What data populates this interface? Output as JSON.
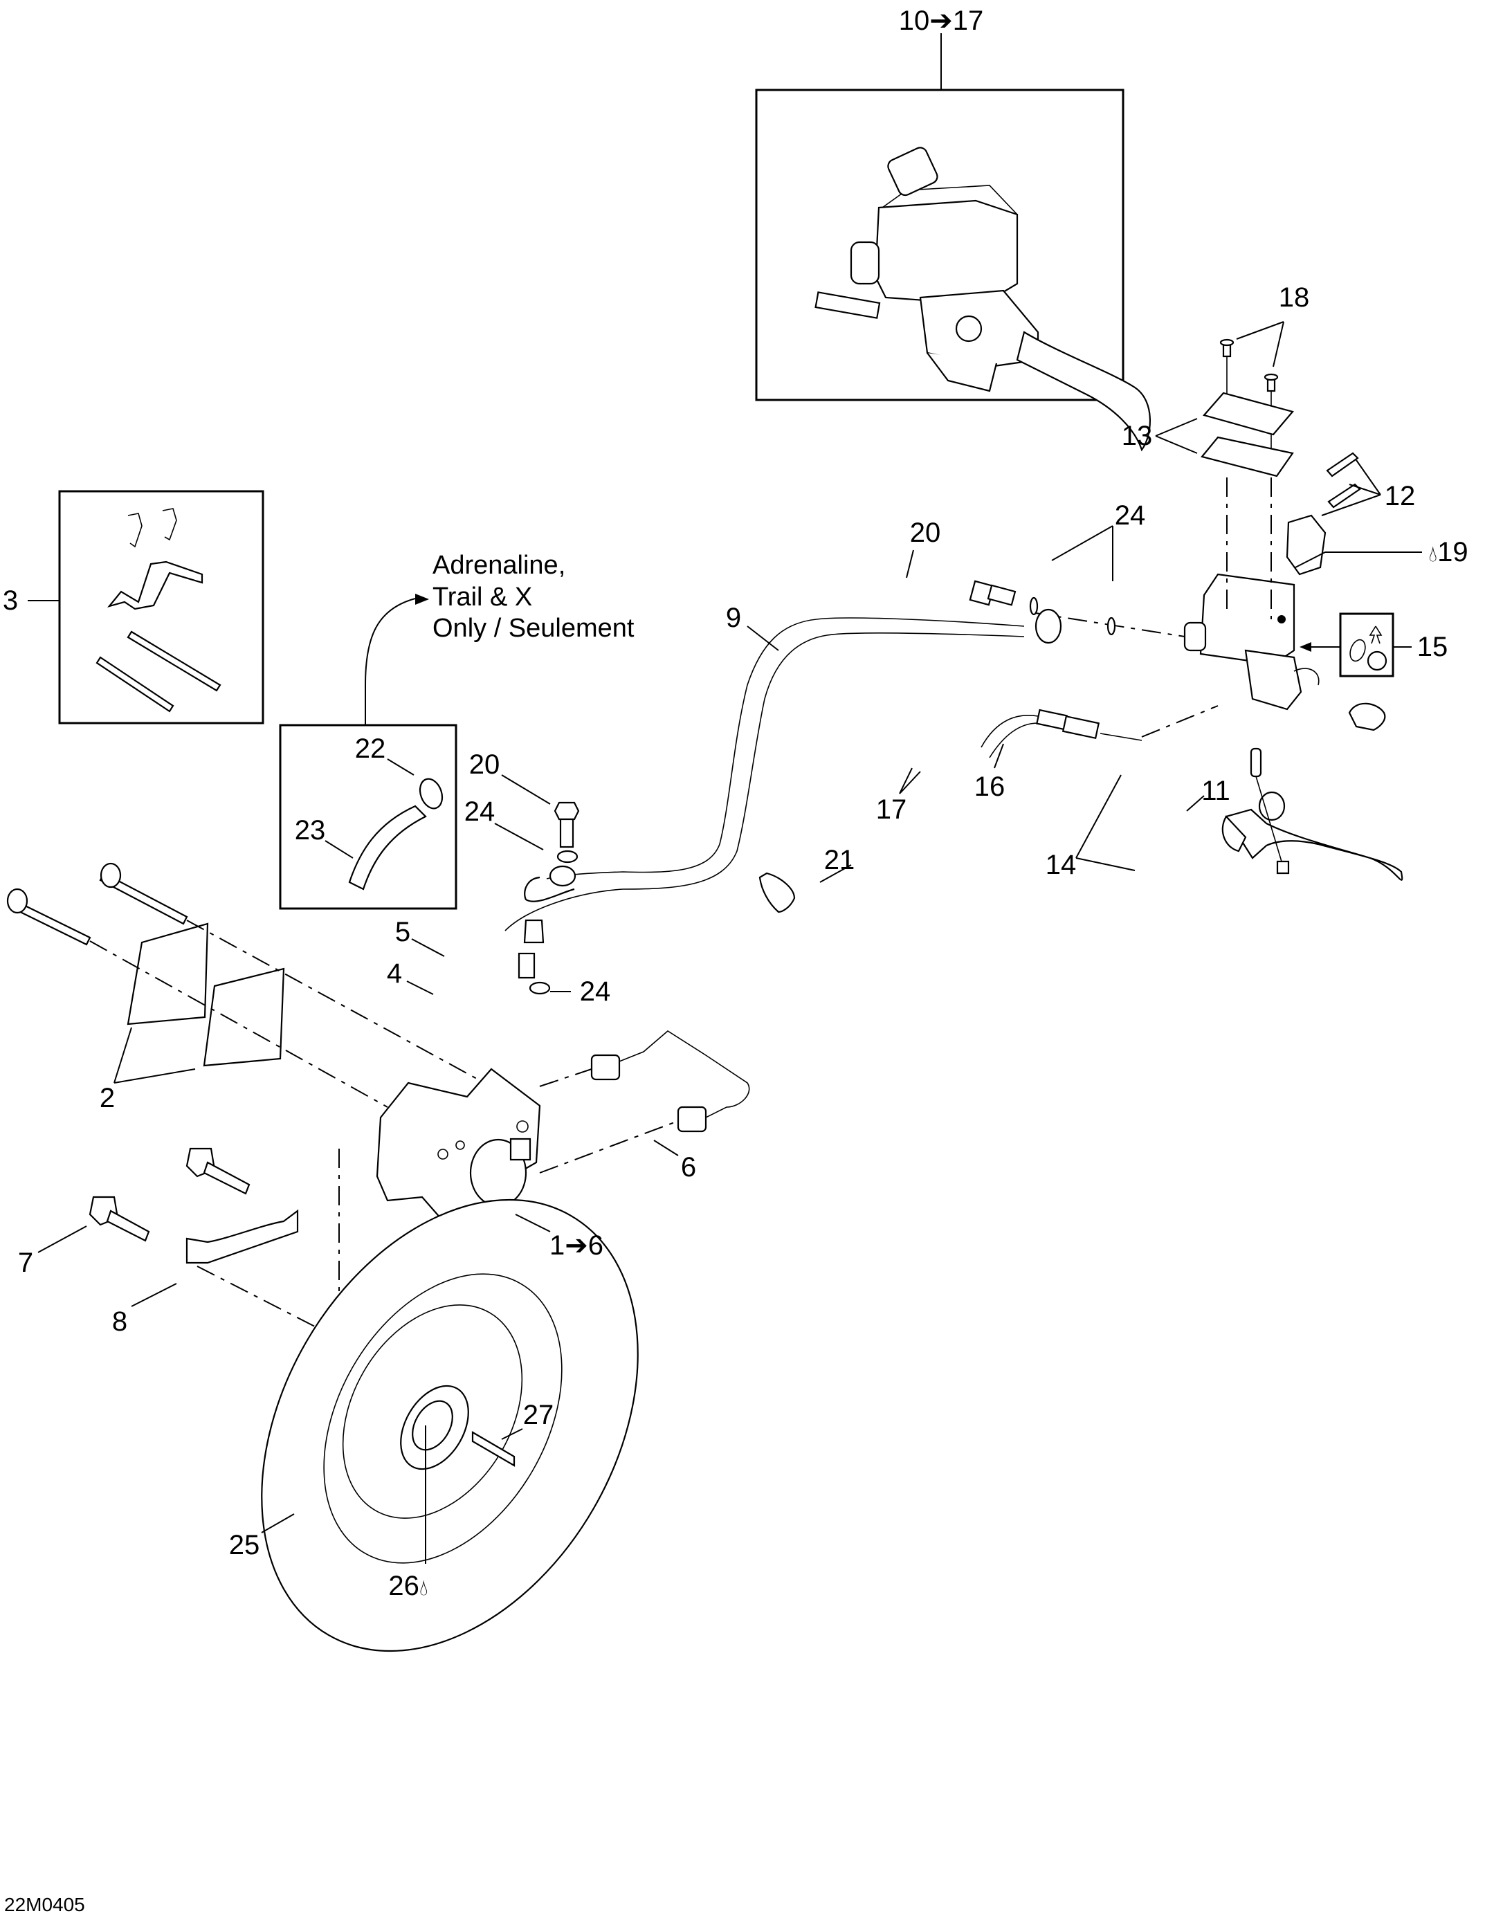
{
  "diagram": {
    "title": "Rear/Hydraulic Brake Exploded Parts Diagram",
    "drawing_code": "22M0405",
    "note": {
      "text": "Adrenaline,\nTrail & X\nOnly / Seulement"
    },
    "callouts": {
      "c1_6": "1➔6",
      "c2": "2",
      "c3": "3",
      "c4": "4",
      "c5": "5",
      "c6": "6",
      "c7": "7",
      "c8": "8",
      "c9": "9",
      "c10_17": "10➔17",
      "c11": "11",
      "c12": "12",
      "c13": "13",
      "c14": "14",
      "c15": "15",
      "c16": "16",
      "c17": "17",
      "c18": "18",
      "c19": "19",
      "c20_left": "20",
      "c20_right": "20",
      "c21": "21",
      "c22": "22",
      "c23": "23",
      "c24_left_top": "24",
      "c24_left_bottom": "24",
      "c24_right": "24",
      "c25": "25",
      "c26": "26",
      "c27": "27"
    },
    "symbols": {
      "c19_icon": "fluid-drop-icon",
      "c26_icon": "fluid-drop-icon"
    }
  }
}
